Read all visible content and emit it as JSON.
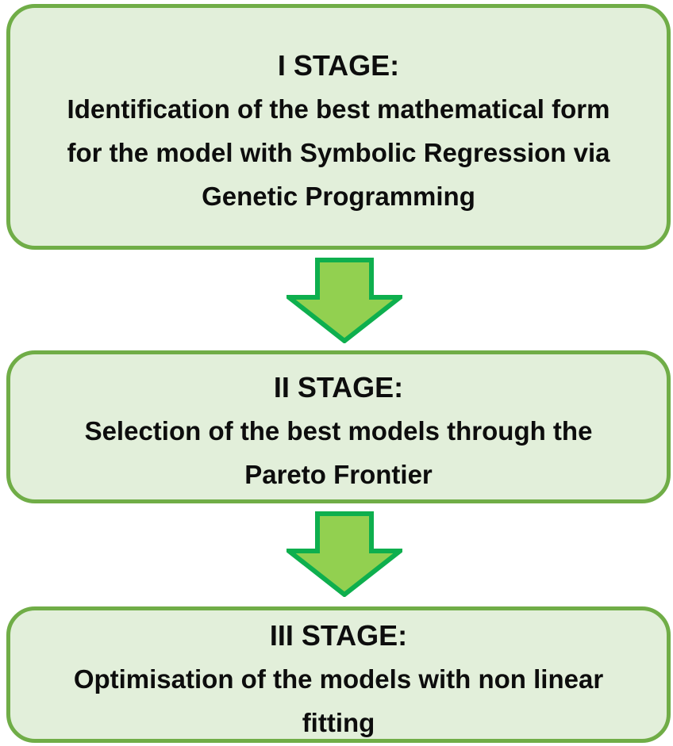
{
  "colors": {
    "box_fill": "#E2EFDA",
    "box_border": "#70AD47",
    "arrow_fill": "#92D050",
    "arrow_border": "#0EAF4E",
    "text": "#0d0d0d",
    "background": "#ffffff"
  },
  "stages": [
    {
      "heading": "I STAGE:",
      "lines": [
        "Identification of the best mathematical form",
        "for the model with Symbolic Regression via",
        "Genetic Programming"
      ]
    },
    {
      "heading": "II STAGE:",
      "lines": [
        "Selection of the best models through the",
        "Pareto Frontier"
      ]
    },
    {
      "heading": "III STAGE:",
      "lines": [
        "Optimisation of the models with non linear",
        "fitting"
      ]
    }
  ],
  "arrows": [
    {
      "icon": "down-arrow-icon"
    },
    {
      "icon": "down-arrow-icon"
    }
  ]
}
